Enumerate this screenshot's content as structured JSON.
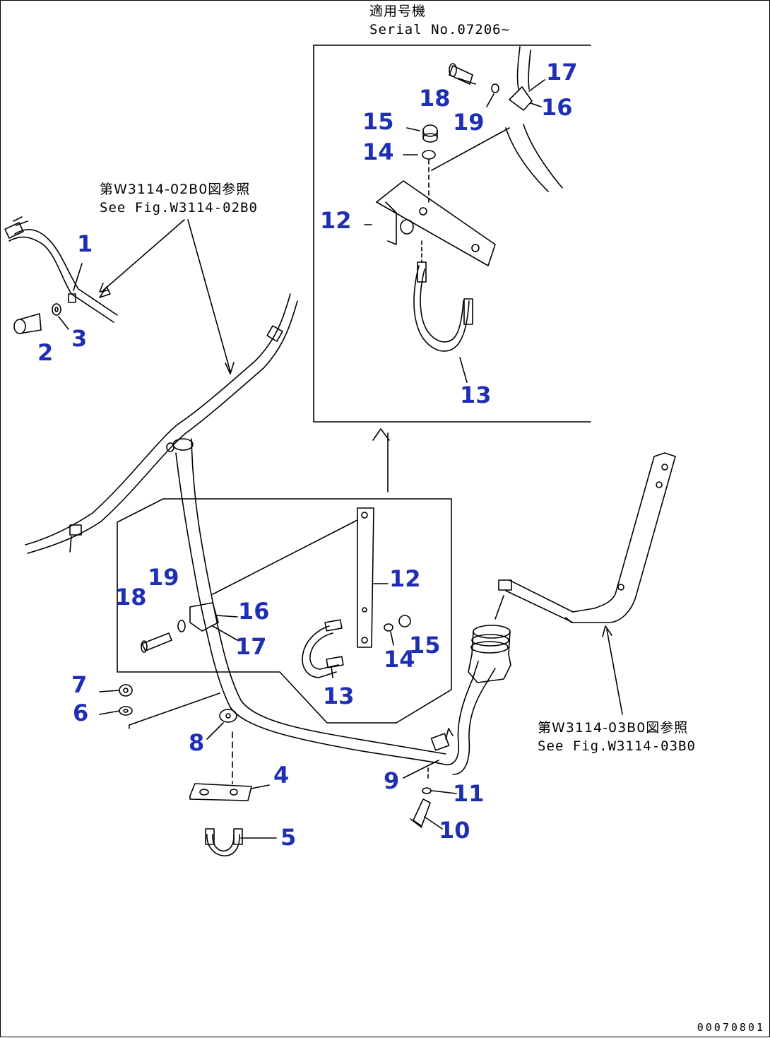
{
  "inset": {
    "applicable_jp": "適用号機",
    "serial": "Serial No.07206~"
  },
  "refs": {
    "ref_left_jp": "第W3114-02B0図参照",
    "ref_left_en": "See Fig.W3114-02B0",
    "ref_right_jp": "第W3114-03B0図参照",
    "ref_right_en": "See Fig.W3114-03B0"
  },
  "parts": {
    "p1": "1",
    "p2": "2",
    "p3": "3",
    "p4": "4",
    "p5": "5",
    "p6": "6",
    "p7": "7",
    "p8": "8",
    "p9": "9",
    "p10": "10",
    "p11": "11",
    "p12": "12",
    "p13": "13",
    "p14": "14",
    "p15": "15",
    "p16": "16",
    "p17": "17",
    "p18": "18",
    "p19": "19",
    "i12": "12",
    "i13": "13",
    "i14": "14",
    "i15": "15",
    "i16": "16",
    "i17": "17",
    "i18": "18",
    "i19": "19"
  },
  "footer": {
    "code": "00070801"
  },
  "colors": {
    "label": "#1e2fb3",
    "line": "#000000"
  }
}
